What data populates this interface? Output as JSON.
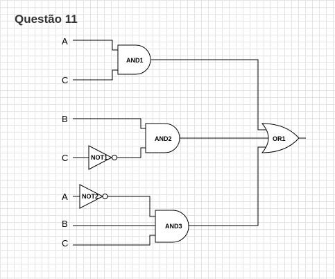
{
  "title": "Questão 11",
  "inputs": {
    "a1": "A",
    "c1": "C",
    "b1": "B",
    "c2": "C",
    "a2": "A",
    "b2": "B",
    "c3": "C"
  },
  "gates": {
    "and1": "AND1",
    "and2": "AND2",
    "and3": "AND3",
    "not1": "NOT1",
    "not2": "NOT2",
    "or1": "OR1"
  }
}
